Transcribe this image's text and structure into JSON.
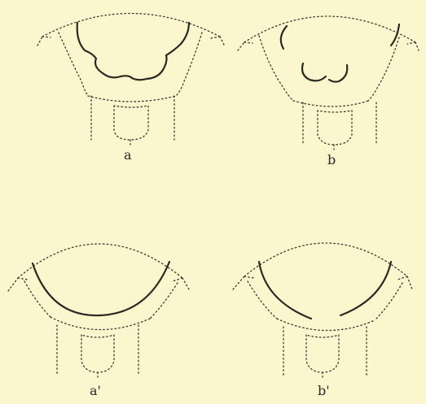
{
  "figures": [
    {
      "id": "a",
      "label": "a"
    },
    {
      "id": "b",
      "label": "b"
    },
    {
      "id": "a-prime",
      "label": "a'"
    },
    {
      "id": "b-prime",
      "label": "b'"
    }
  ]
}
